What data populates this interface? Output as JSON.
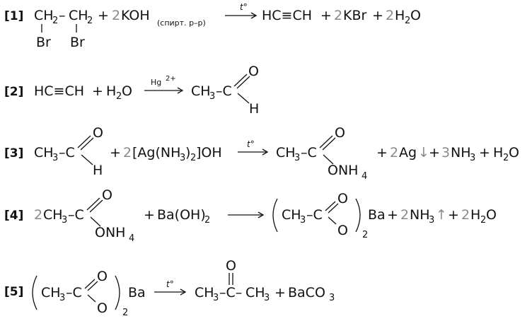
{
  "colors": {
    "text": "#111111",
    "coefficient": "#8a8a8a"
  },
  "reactions": [
    {
      "label": "[1]",
      "reactant1_main": "CH",
      "reactant1_sub": "2",
      "bond": "–",
      "br": "Br",
      "plus": "+",
      "coef_2": "2",
      "koh": "KOH",
      "solvent": "(спирт. р–р)",
      "condition": "t°",
      "product1": "HC≡CH",
      "kbr": "KBr",
      "h": "H",
      "o": "O"
    },
    {
      "label": "[2]",
      "reactant1": "HC≡CH",
      "plus": "+",
      "h": "H",
      "sub2": "2",
      "o": "O",
      "catalyst": "Hg",
      "catalyst_charge": "2+",
      "ch": "CH",
      "sub3": "3",
      "dash": "–C",
      "aldehyde_h": "H"
    },
    {
      "label": "[3]",
      "ch": "CH",
      "sub3": "3",
      "dash": "–C",
      "o": "O",
      "h": "H",
      "plus": "+",
      "coef_2": "2",
      "silver_open": "[Ag(NH",
      "sub2": "2",
      "silver_close": "]OH",
      "silver_mid": ")",
      "condition": "t°",
      "onh": "ONH",
      "sub4": "4",
      "ag": "Ag",
      "down_arrow": "↓",
      "coef_3": "3",
      "nh": "NH",
      "h2o_h": "H",
      "h2o_o": "O"
    },
    {
      "label": "[4]",
      "coef_2": "2",
      "ch": "CH",
      "sub3": "3",
      "dash": "–C",
      "o": "O",
      "onh": "ONH",
      "sub4": "4",
      "plus": "+",
      "baoh": "Ba(OH)",
      "sub2": "2",
      "inner_ch": "CH",
      "inner_dash": "–C",
      "ba": "Ba",
      "nh": "NH",
      "up_arrow": "↑",
      "h": "H"
    },
    {
      "label": "[5]",
      "ch": "CH",
      "sub3": "3",
      "dash": "–C",
      "o": "O",
      "sub2": "2",
      "ba": "Ba",
      "condition": "t°",
      "mid_c": "–C–",
      "plus": "+",
      "baco": "BaCO"
    }
  ]
}
